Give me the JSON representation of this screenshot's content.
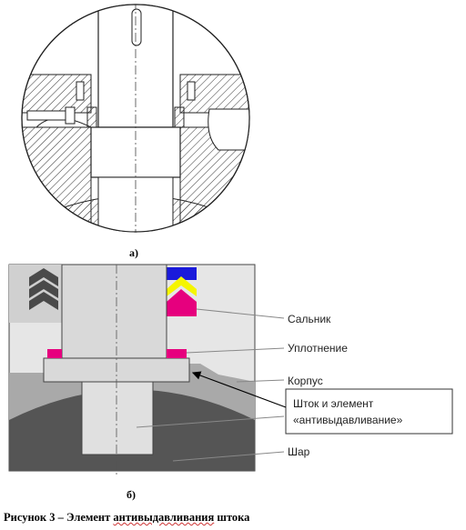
{
  "subfigures": {
    "a_label": "а)",
    "b_label": "б)"
  },
  "labels": {
    "salnik": "Сальник",
    "uplotnenie": "Уплотнение",
    "korpus": "Корпус",
    "shtok_line1": "Шток и элемент",
    "shtok_line2": "«антивыдавливание»",
    "shar": "Шар"
  },
  "caption": {
    "prefix": "Рисунок 3 – Элемент ",
    "underlined": "антивыдавливания",
    "suffix": " штока"
  },
  "colors": {
    "seal_magenta": "#e6007e",
    "seal_yellow": "#f5f500",
    "seal_blue": "#1a1adb",
    "body_gray": "#7f7f7f",
    "ball_dark": "#555555",
    "light_gray": "#e6e6e6"
  }
}
